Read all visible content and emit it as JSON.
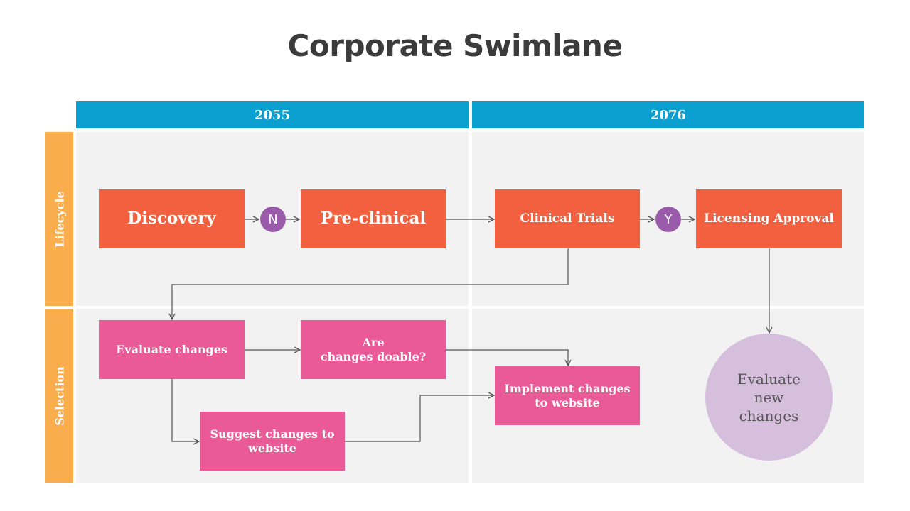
{
  "title": "Corporate Swimlane",
  "columns": [
    "2055",
    "2076"
  ],
  "lanes": [
    "Lifecycle",
    "Selection"
  ],
  "nodes": {
    "discovery": "Discovery",
    "n_marker": "N",
    "preclinical": "Pre-clinical",
    "clinical_trials": "Clinical Trials",
    "y_marker": "Y",
    "licensing": "Licensing Approval",
    "evaluate": "Evaluate changes",
    "doable_line1": "Are",
    "doable_line2": "changes doable?",
    "implement_line1": "Implement changes",
    "implement_line2": "to website",
    "suggest_line1": "Suggest changes to",
    "suggest_line2": "website",
    "evaluate_new_line1": "Evaluate",
    "evaluate_new_line2": "new",
    "evaluate_new_line3": "changes"
  },
  "colors": {
    "header": "#0a9fce",
    "lane_label": "#f9ad4c",
    "lifecycle_box": "#f26040",
    "selection_box": "#ea5a97",
    "marker": "#9a5bab",
    "end_circle": "#d6bedd"
  }
}
